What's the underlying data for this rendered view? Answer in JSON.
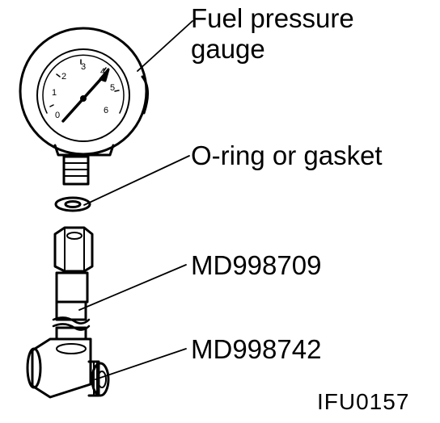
{
  "callouts": {
    "fuel_pressure_gauge_line1": "Fuel pressure",
    "fuel_pressure_gauge_line2": "gauge",
    "o_ring": "O-ring or gasket",
    "md998709": "MD998709",
    "md998742": "MD998742"
  },
  "figure_id": "IFU0157",
  "gauge_dial_numbers": [
    "0",
    "1",
    "2",
    "3",
    "4",
    "5",
    "6"
  ]
}
